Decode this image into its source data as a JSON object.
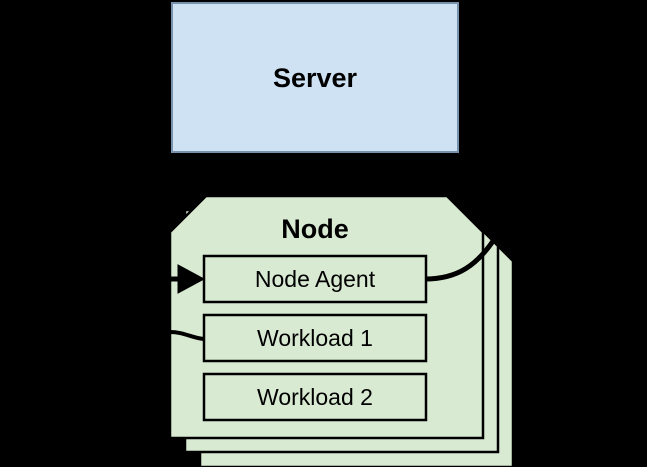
{
  "diagram": {
    "background_color": "#000000",
    "server": {
      "label": "Server",
      "fill": "#cfe2f3",
      "stroke": "#6e7f94"
    },
    "node_group": {
      "label": "Node",
      "fill": "#d9ead3",
      "stroke": "#000000",
      "stack_count": 3
    },
    "inner_boxes": [
      {
        "label": "Node Agent",
        "fill": "#d9ead3",
        "stroke": "#000000"
      },
      {
        "label": "Workload 1",
        "fill": "#d9ead3",
        "stroke": "#000000"
      },
      {
        "label": "Workload 2",
        "fill": "#d9ead3",
        "stroke": "#000000"
      }
    ],
    "connectors": [
      {
        "name": "arrow-into-node-agent",
        "kind": "arrow",
        "stroke": "#000000"
      },
      {
        "name": "curve-from-node-agent-right",
        "kind": "curve",
        "stroke": "#000000"
      },
      {
        "name": "line-into-workload-1",
        "kind": "line",
        "stroke": "#000000"
      }
    ]
  }
}
